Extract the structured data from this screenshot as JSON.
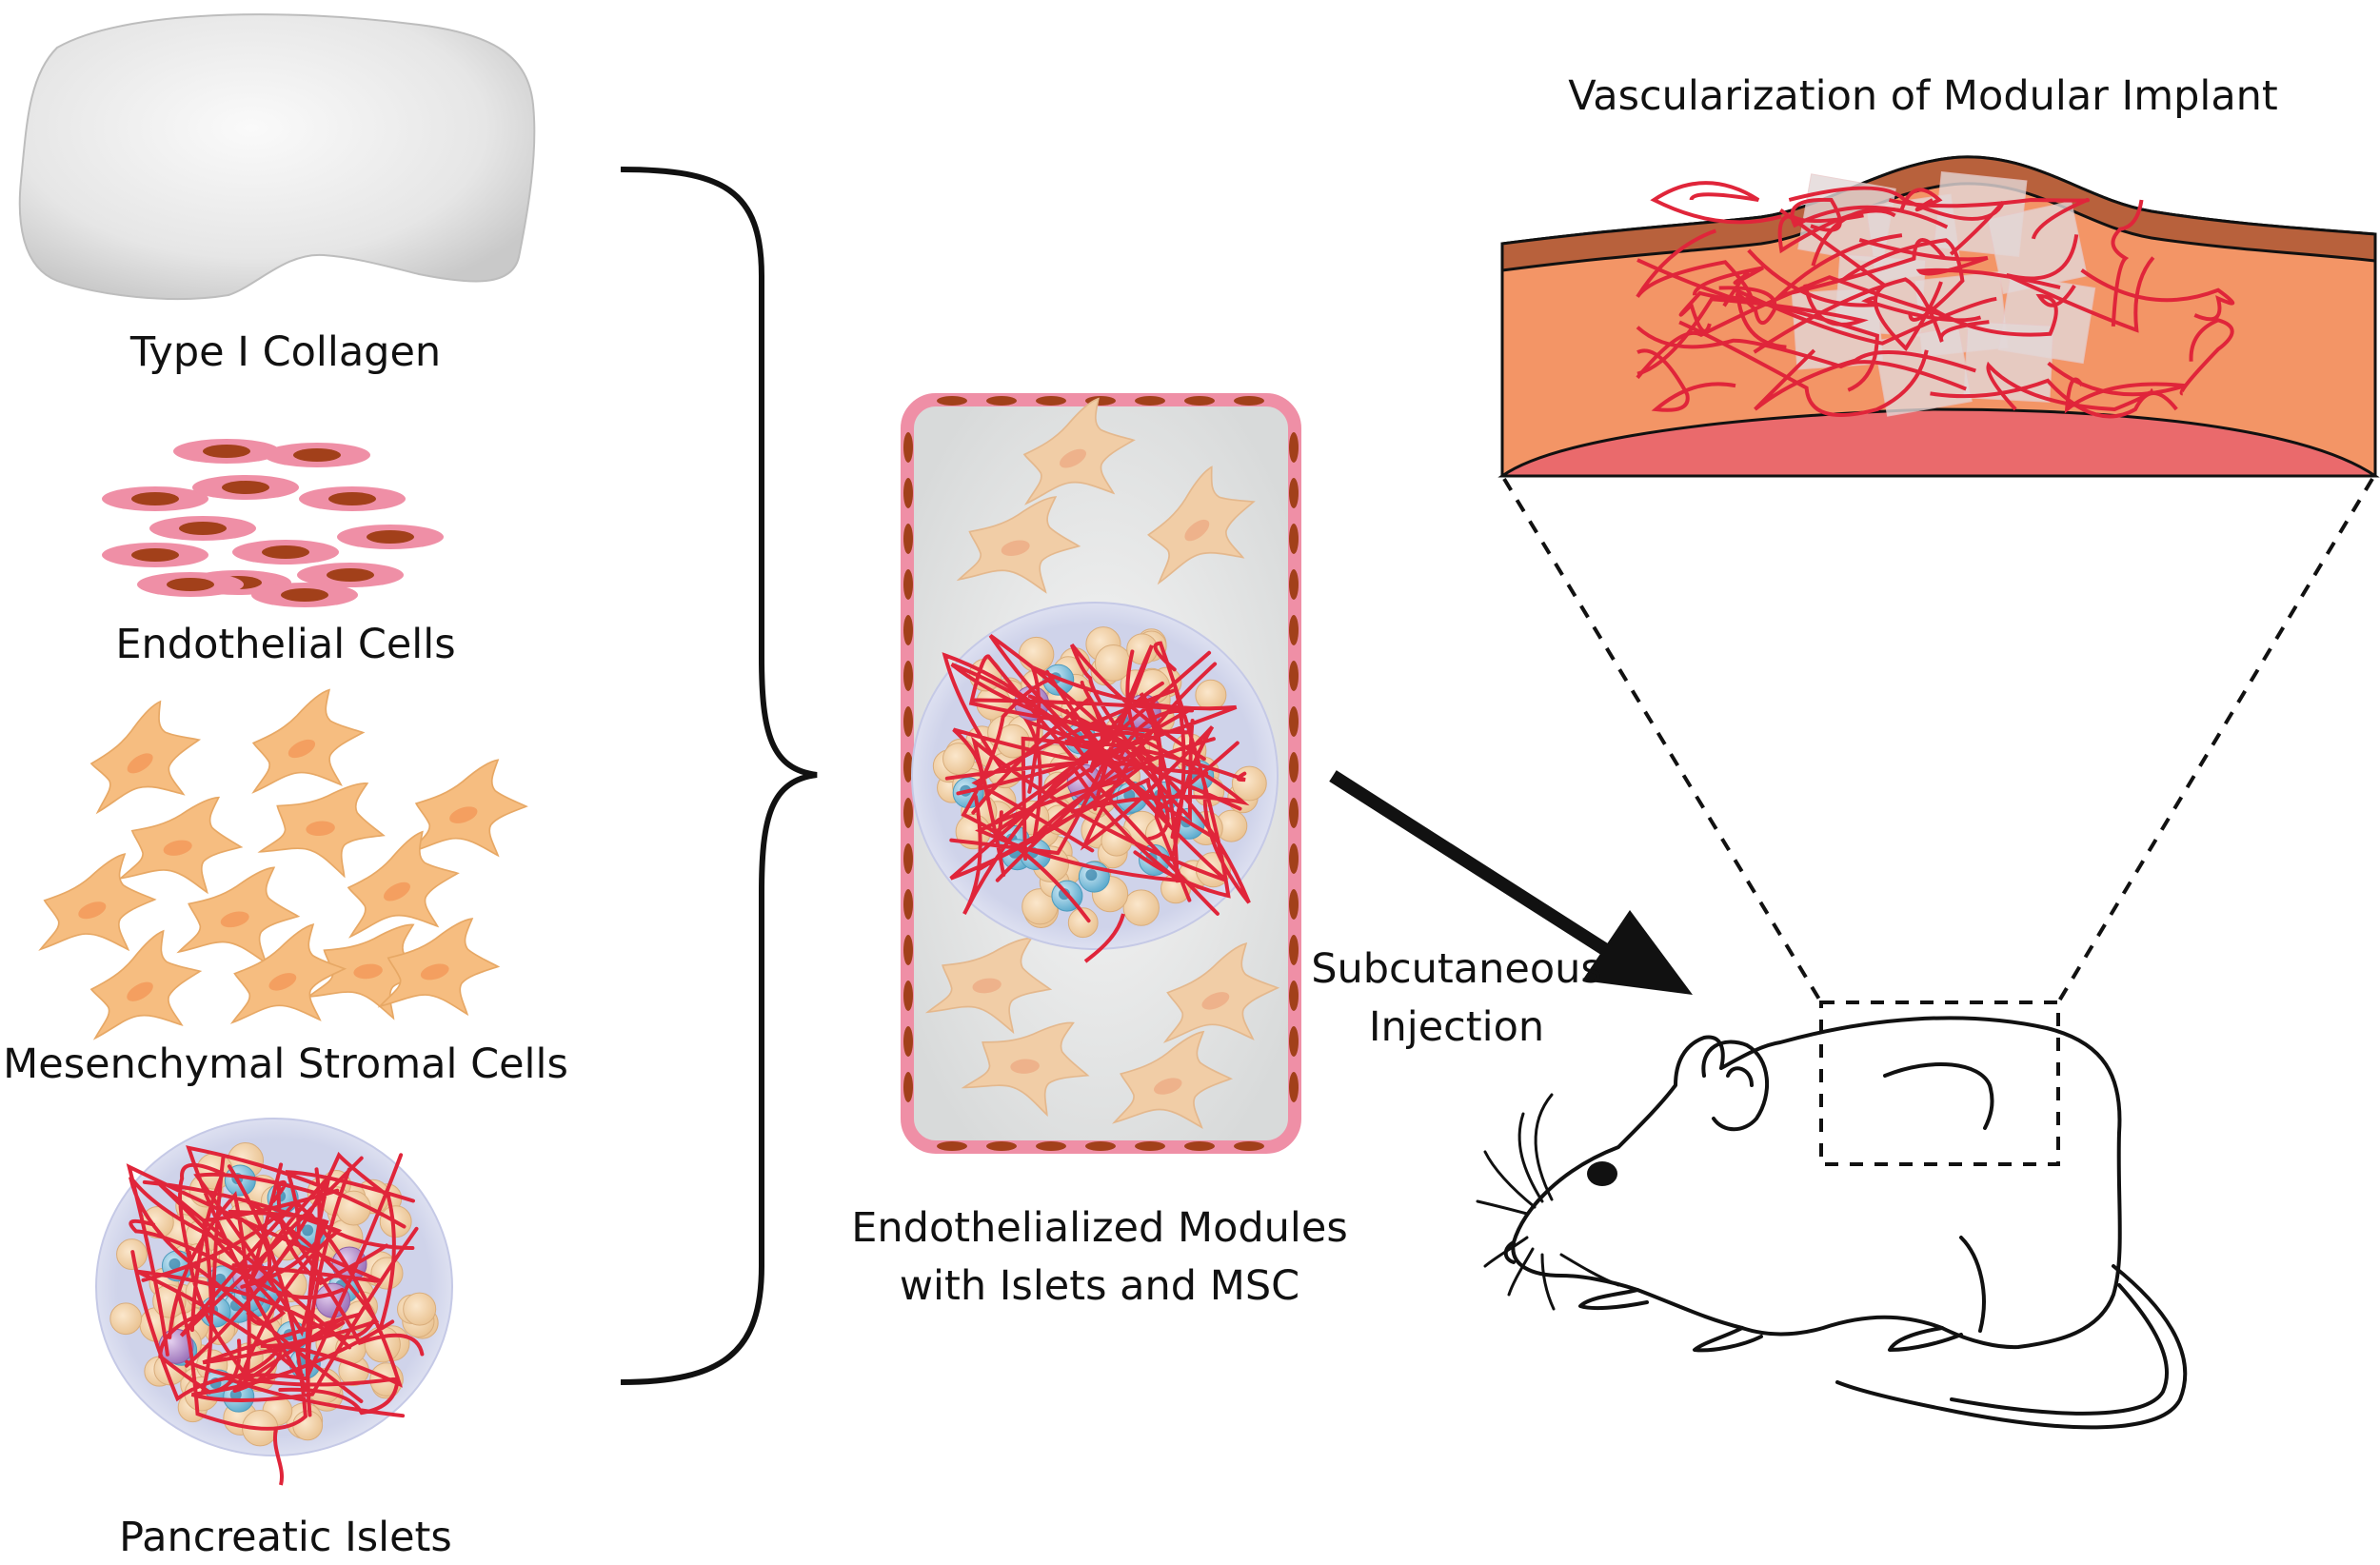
{
  "labels": {
    "collagen": "Type I Collagen",
    "endothelial": "Endothelial Cells",
    "msc": "Mesenchymal Stromal Cells",
    "islets": "Pancreatic Islets",
    "module_line1": "Endothelialized Modules",
    "module_line2": "with Islets and MSC",
    "injection_line1": "Subcutaneous",
    "injection_line2": "Injection",
    "implant_title": "Vascularization of Modular Implant"
  },
  "colors": {
    "collagen": "#e6e6e6",
    "endothelial_body": "#ef8fa6",
    "endothelial_nucleus": "#a2401a",
    "msc_body": "#f7bf83",
    "islet_cell": "#f2d2a4",
    "islet_blue": "#7fc3dd",
    "islet_purple": "#b38fcc",
    "vessel": "#e0253a",
    "module_fill": "#e4e6e6",
    "skin_top": "#b8613c",
    "skin_body": "#f39566",
    "skin_inner": "#ea6a6c",
    "arrow": "#111111"
  }
}
